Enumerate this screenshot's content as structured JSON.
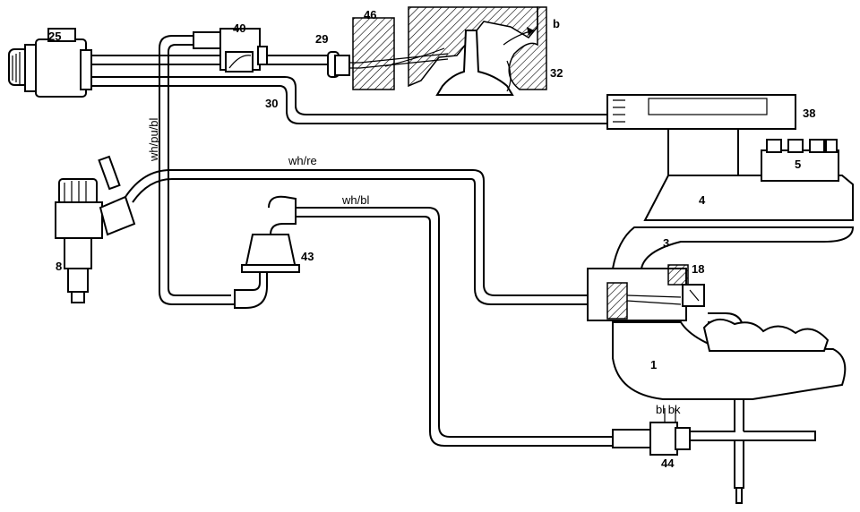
{
  "labels": {
    "p1": "1",
    "p3": "3",
    "p4": "4",
    "p5": "5",
    "p8": "8",
    "p18": "18",
    "p25": "25",
    "p29": "29",
    "p30": "30",
    "p32": "32",
    "p38": "38",
    "p40": "40",
    "p43": "43",
    "p44": "44",
    "p46": "46",
    "b": "b"
  },
  "hoses": {
    "wh_pu_bl": "wh/pu/bl",
    "wh_re": "wh/re",
    "wh_bl": "wh/bl",
    "bl_bk": "bl bk"
  }
}
